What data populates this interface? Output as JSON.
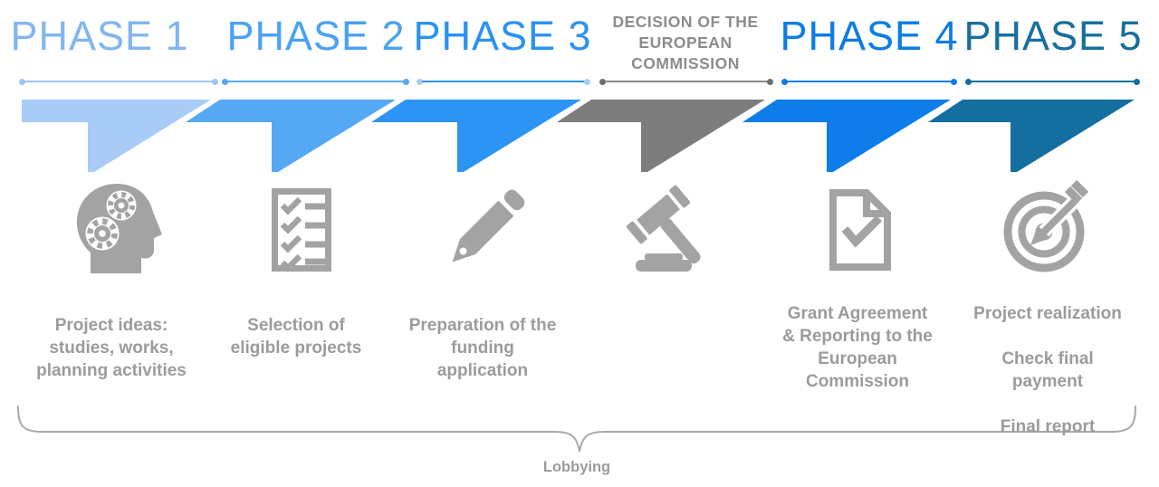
{
  "diagram": {
    "background": "#ffffff",
    "icon_color": "#a3a3a3",
    "text_color": "#9b9b9b",
    "bracket_color": "#a9a9a9",
    "footer_label": "Lobbying"
  },
  "phases": [
    {
      "key": "phase-1",
      "title": "PHASE 1",
      "title_color": "#82b6f0",
      "ribbon_color": "#a8ccf6",
      "line_color": "#9dc5f3",
      "dot_color": "#9dc5f3",
      "icon": "head-with-gears-icon",
      "description": "Project ideas:\nstudies, works,\nplanning activities"
    },
    {
      "key": "phase-2",
      "title": "PHASE 2",
      "title_color": "#4aa2f2",
      "ribbon_color": "#55a8f4",
      "line_color": "#55a8f4",
      "dot_color": "#55a8f4",
      "icon": "checklist-icon",
      "description": "Selection of\neligible projects"
    },
    {
      "key": "phase-3",
      "title": "PHASE 3",
      "title_color": "#2b92f2",
      "ribbon_color": "#2b94f4",
      "line_color": "#2b94f4",
      "dot_color": "#a8ccf6",
      "icon": "pencil-icon",
      "description": "Preparation of the\nfunding\napplication"
    },
    {
      "key": "decision",
      "title": "DECISION OF THE\nEUROPEAN\nCOMMISSION",
      "title_color": "#8c8c8c",
      "ribbon_color": "#7d7d7d",
      "line_color": "#8a8a8a",
      "dot_color": "#6e6e6e",
      "icon": "gavel-icon",
      "description": ""
    },
    {
      "key": "phase-4",
      "title": "PHASE 4",
      "title_color": "#0d7ce4",
      "ribbon_color": "#0e7ce9",
      "line_color": "#0e7ce9",
      "dot_color": "#0e7ce9",
      "icon": "document-check-icon",
      "description": "Grant Agreement\n& Reporting to the\nEuropean\nCommission"
    },
    {
      "key": "phase-5",
      "title": "PHASE 5",
      "title_color": "#186f9c",
      "ribbon_color": "#136f9f",
      "line_color": "#136f9f",
      "dot_color": "#136f9f",
      "icon": "target-arrow-icon",
      "description": "Project realization\n\nCheck final\npayment\n\nFinal report"
    }
  ]
}
